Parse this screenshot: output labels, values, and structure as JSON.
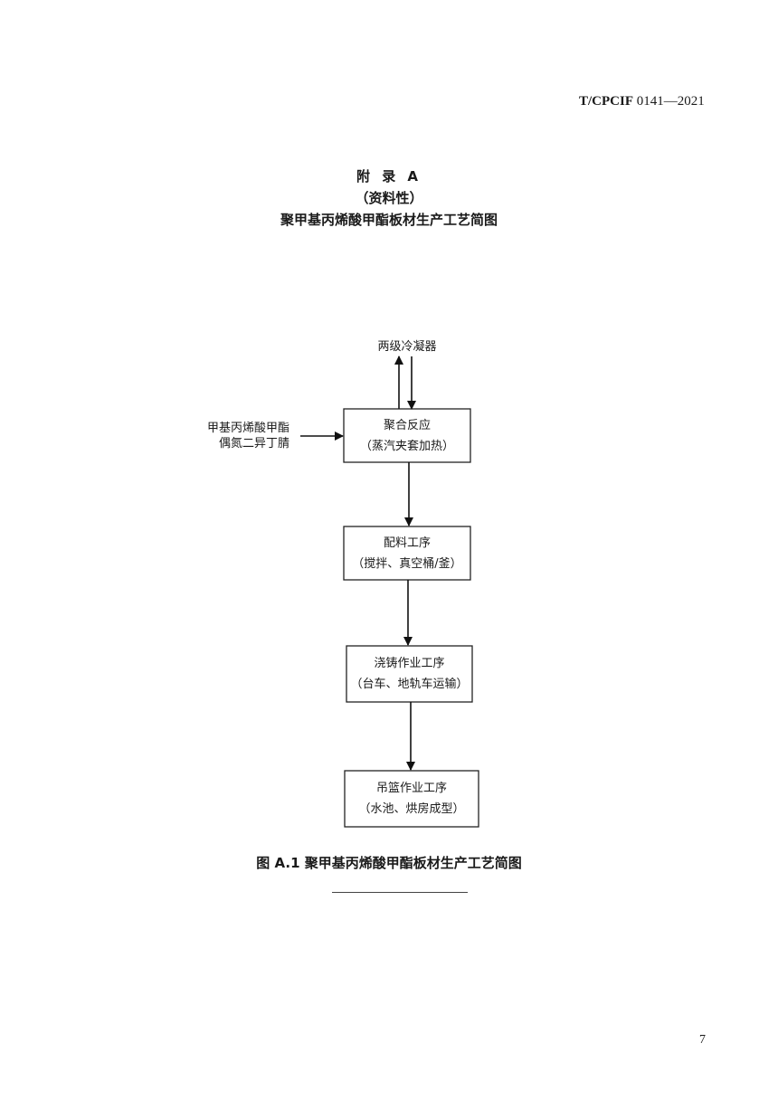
{
  "header": {
    "standard_prefix": "T/CPCIF",
    "standard_number": "0141—2021"
  },
  "appendix": {
    "label": "附 录 A",
    "type": "（资料性）",
    "title": "聚甲基丙烯酸甲酯板材生产工艺简图"
  },
  "flowchart": {
    "condenser": "两级冷凝器",
    "inputs": {
      "line1": "甲基丙烯酸甲酯",
      "line2": "偶氮二异丁腈"
    },
    "steps": [
      {
        "title": "聚合反应",
        "detail": "（蒸汽夹套加热）"
      },
      {
        "title": "配料工序",
        "detail": "（搅拌、真空桶/釜）"
      },
      {
        "title": "浇铸作业工序",
        "detail": "（台车、地轨车运输）"
      },
      {
        "title": "吊篮作业工序",
        "detail": "（水池、烘房成型）"
      }
    ]
  },
  "figure_caption": "图 A.1  聚甲基丙烯酸甲酯板材生产工艺简图",
  "page_number": "7"
}
